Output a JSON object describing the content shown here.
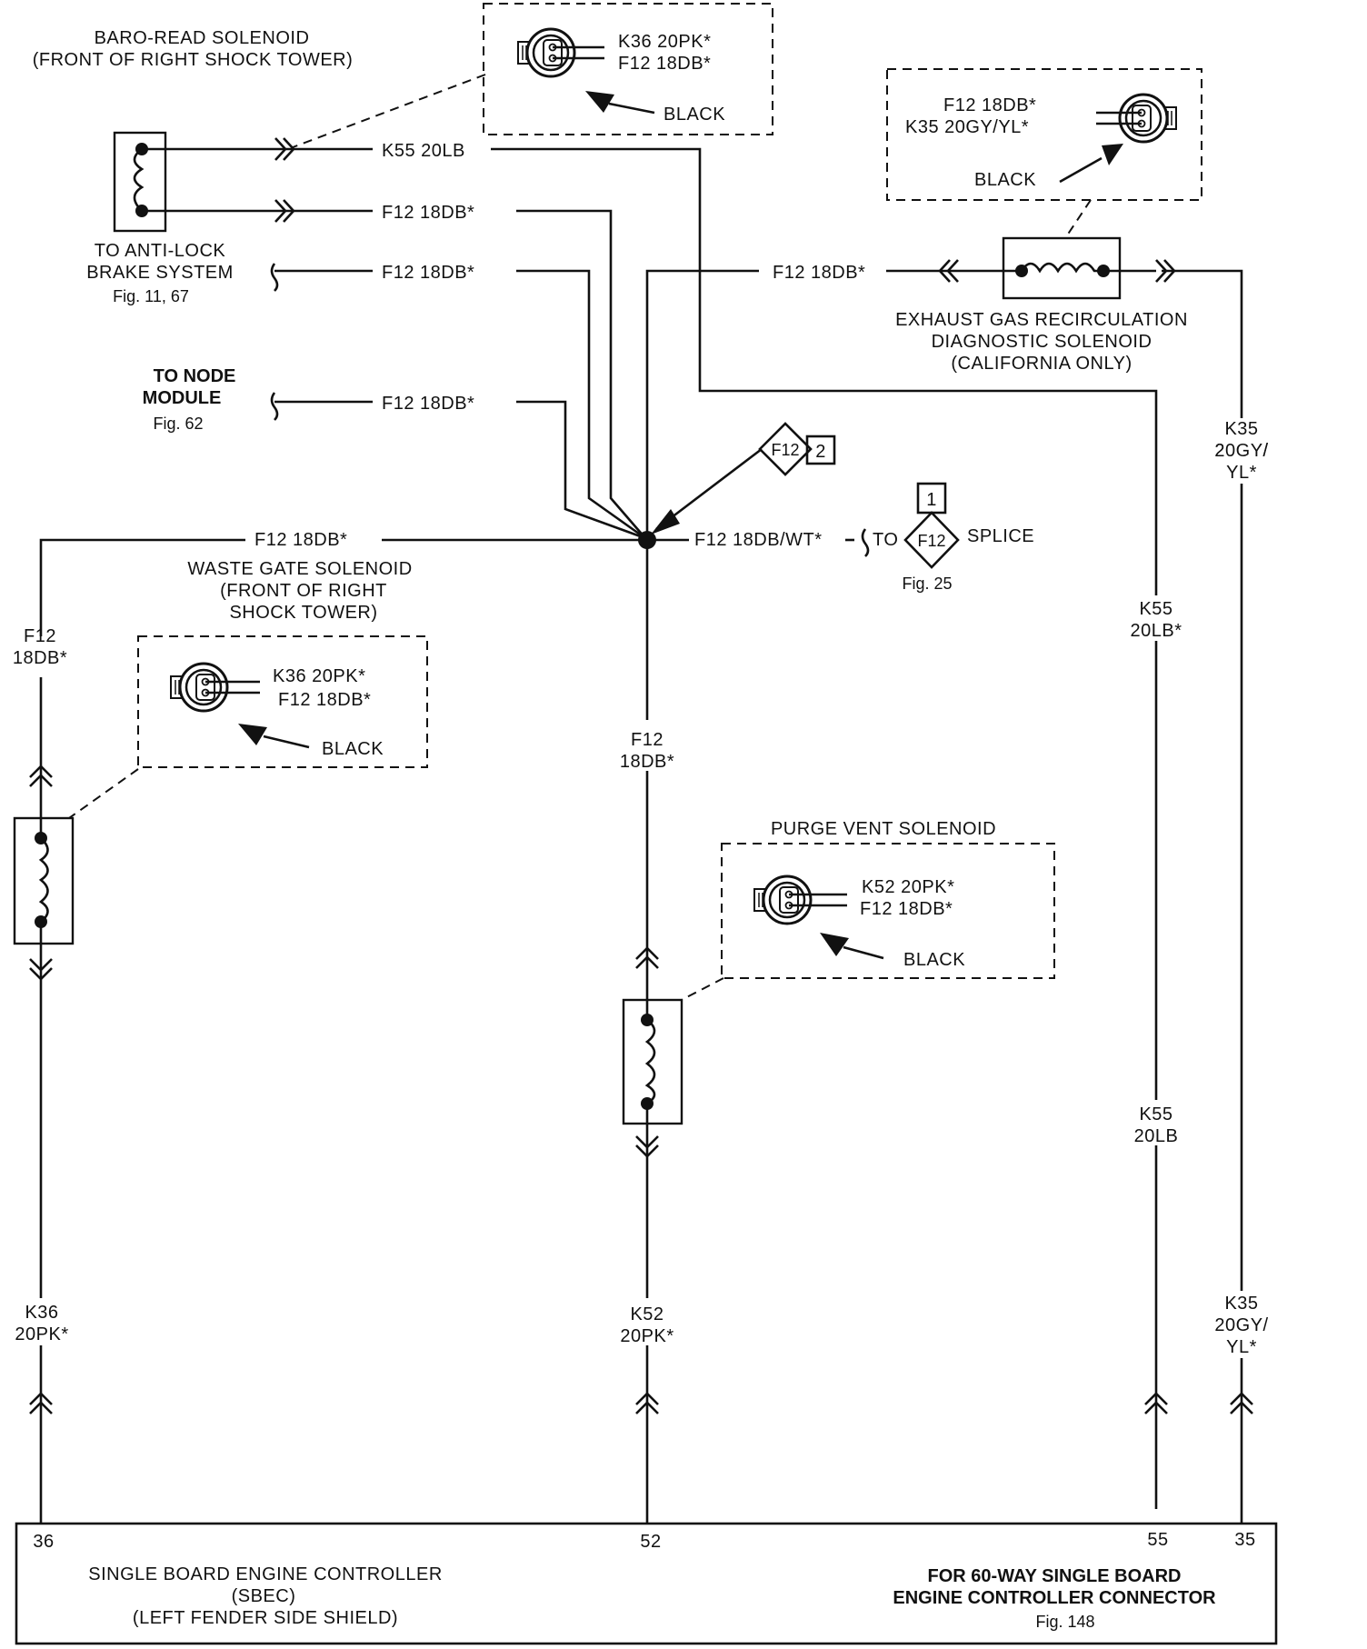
{
  "components": {
    "baro_read": {
      "title": "BARO-READ SOLENOID",
      "subtitle": "(FRONT OF RIGHT SHOCK TOWER)",
      "pin1": "K36 20PK*",
      "pin2": "F12 18DB*",
      "color": "BLACK"
    },
    "egr": {
      "pin1": "F12 18DB*",
      "pin2": "K35 20GY/YL*",
      "color": "BLACK",
      "title_lines": [
        "EXHAUST GAS RECIRCULATION",
        "DIAGNOSTIC SOLENOID",
        "(CALIFORNIA ONLY)"
      ]
    },
    "anti_lock": {
      "lines": [
        "TO ANTI-LOCK",
        "BRAKE SYSTEM"
      ],
      "ref": "Fig. 11, 67"
    },
    "node_module": {
      "lines": [
        "TO NODE",
        "MODULE"
      ],
      "ref": "Fig. 62"
    },
    "waste_gate": {
      "lines": [
        "WASTE GATE SOLENOID",
        "(FRONT OF RIGHT",
        "SHOCK TOWER)"
      ],
      "pin1": "K36 20PK*",
      "pin2": "F12 18DB*",
      "color": "BLACK"
    },
    "purge_vent": {
      "title": "PURGE VENT SOLENOID",
      "pin1": "K52  20PK*",
      "pin2": "F12 18DB*",
      "color": "BLACK"
    },
    "splice": {
      "id": "F12",
      "callout_num": "2",
      "top_num": "1",
      "wire": "F12 18DB/WT*",
      "to": "TO",
      "label": "SPLICE",
      "ref": "Fig. 25"
    },
    "sbec": {
      "lines": [
        "SINGLE BOARD ENGINE CONTROLLER",
        "(SBEC)",
        "(LEFT FENDER SIDE SHIELD)"
      ],
      "note_lines": [
        "FOR 60-WAY SINGLE BOARD",
        "ENGINE CONTROLLER CONNECTOR"
      ],
      "ref": "Fig. 148",
      "pins": [
        "36",
        "52",
        "55",
        "35"
      ]
    }
  },
  "wires": {
    "k55_top": "K55 20LB",
    "f12_a": "F12   18DB*",
    "f12_b": "F12   18DB*",
    "f12_egr": "F12 18DB*",
    "f12_node": "F12   18DB*",
    "f12_left": "F12   18DB*",
    "f12_left_vert": [
      "F12",
      "18DB*"
    ],
    "f12_center_vert": [
      "F12",
      "18DB*"
    ],
    "k35_upper": [
      "K35",
      "20GY/",
      "YL*"
    ],
    "k55_mid": [
      "K55",
      "20LB*"
    ],
    "k55_low": [
      "K55",
      "20LB"
    ],
    "k36_low": [
      "K36",
      "20PK*"
    ],
    "k52_low": [
      "K52",
      "20PK*"
    ],
    "k35_low": [
      "K35",
      "20GY/",
      "YL*"
    ]
  }
}
